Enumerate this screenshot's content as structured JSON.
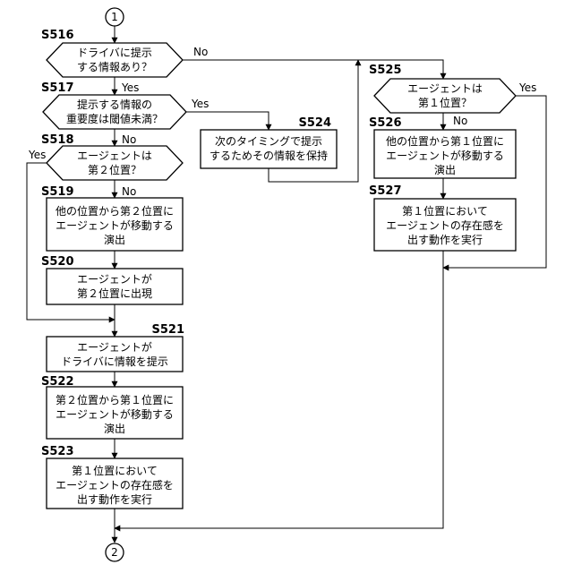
{
  "connectors": {
    "top": "1",
    "bottom": "2"
  },
  "steps": {
    "s516": {
      "label": "S516",
      "line1": "ドライバに提示",
      "line2": "する情報あり？",
      "yes": "Yes",
      "no": "No"
    },
    "s517": {
      "label": "S517",
      "line1": "提示する情報の",
      "line2": "重要度は閾値未満？",
      "yes": "Yes"
    },
    "s518": {
      "label": "S518",
      "line1": "エージェントは",
      "line2": "第２位置？",
      "yes": "Yes",
      "no": "No"
    },
    "s519": {
      "label": "S519",
      "line1": "他の位置から第２位置に",
      "line2": "エージェントが移動する",
      "line3": "演出"
    },
    "s520": {
      "label": "S520",
      "line1": "エージェントが",
      "line2": "第２位置に出現"
    },
    "s521": {
      "label": "S521",
      "line1": "エージェントが",
      "line2": "ドライバに情報を提示"
    },
    "s522": {
      "label": "S522",
      "line1": "第２位置から第１位置に",
      "line2": "エージェントが移動する",
      "line3": "演出"
    },
    "s523": {
      "label": "S523",
      "line1": "第１位置において",
      "line2": "エージェントの存在感を",
      "line3": "出す動作を実行"
    },
    "s524": {
      "label": "S524",
      "line1": "次のタイミングで提示",
      "line2": "するためその情報を保持"
    },
    "s525": {
      "label": "S525",
      "line1": "エージェントは",
      "line2": "第１位置？",
      "yes": "Yes",
      "no": "No"
    },
    "s526": {
      "label": "S526",
      "line1": "他の位置から第１位置に",
      "line2": "エージェントが移動する",
      "line3": "演出"
    },
    "s527": {
      "label": "S527",
      "line1": "第１位置において",
      "line2": "エージェントの存在感を",
      "line3": "出す動作を実行"
    }
  }
}
